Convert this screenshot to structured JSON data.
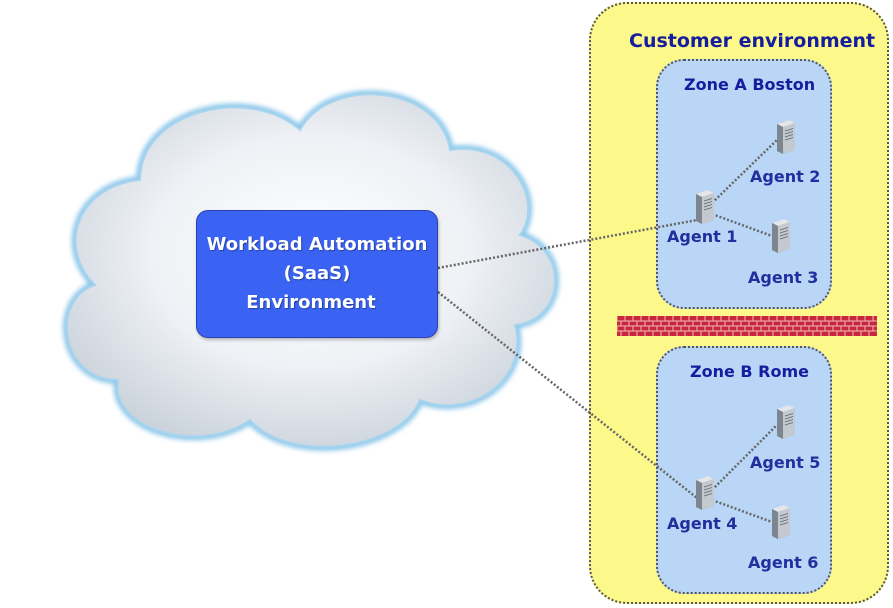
{
  "customer_environment": {
    "title": "Customer environment"
  },
  "saas": {
    "lines": [
      "Workload Automation",
      "(SaaS)",
      "Environment"
    ]
  },
  "zones": [
    {
      "title": "Zone A Boston",
      "agents": [
        "Agent 1",
        "Agent 2",
        "Agent 3"
      ]
    },
    {
      "title": "Zone B Rome",
      "agents": [
        "Agent 4",
        "Agent 5",
        "Agent 6"
      ]
    }
  ],
  "colors": {
    "customer_env_fill": "#fcf98a",
    "zone_fill": "#b9d6f7",
    "saas_box": "#3a63f4",
    "label_text": "#1f2f9e",
    "firewall": "#c8283c",
    "cloud_edge": "#8ec8ea"
  },
  "icons": {
    "agent": "server-icon",
    "firewall": "firewall-icon",
    "cloud": "cloud-shape"
  }
}
